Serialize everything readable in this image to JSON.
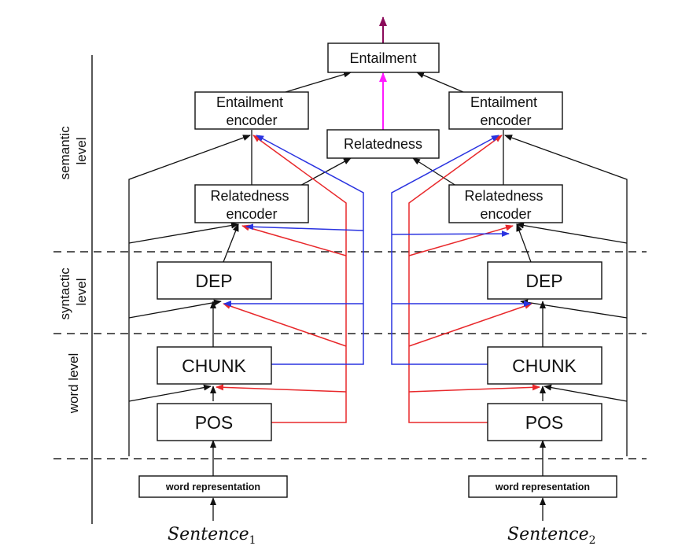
{
  "levels": {
    "semantic": [
      "semantic",
      "level"
    ],
    "syntactic": [
      "syntactic",
      "level"
    ],
    "word": "word level"
  },
  "nodes": {
    "entailment": "Entailment",
    "relatedness": "Relatedness",
    "entailment_encoder": [
      "Entailment",
      "encoder"
    ],
    "relatedness_encoder": [
      "Relatedness",
      "encoder"
    ],
    "dep": "DEP",
    "chunk": "CHUNK",
    "pos": "POS",
    "word_representation": "word representation"
  },
  "sentences": {
    "left": {
      "base": "Sentence",
      "sub": "1"
    },
    "right": {
      "base": "Sentence",
      "sub": "2"
    }
  },
  "colors": {
    "black": "#111111",
    "red": "#e8282b",
    "blue": "#2a33e0",
    "magenta": "#ff1aff",
    "purple": "#8b0a5a"
  }
}
